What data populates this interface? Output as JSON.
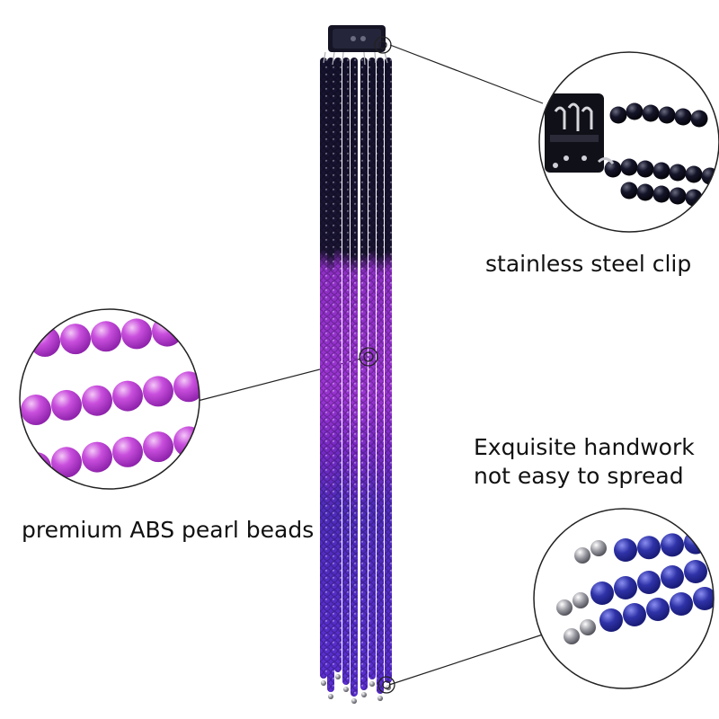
{
  "captions": {
    "clip": "stainless steel clip",
    "beads": "premium ABS pearl beads",
    "handwork_line1": "Exquisite handwork",
    "handwork_line2": "not easy to spread"
  },
  "colors": {
    "bead_black": "#1a1433",
    "bead_purple": "#9a2fd0",
    "bead_blue": "#4a2bb8",
    "zoom_pink": "#c54ad8",
    "zoom_navy": "#2e2f96",
    "clip_dark": "#1a1a2a",
    "leader_line": "#222222"
  }
}
